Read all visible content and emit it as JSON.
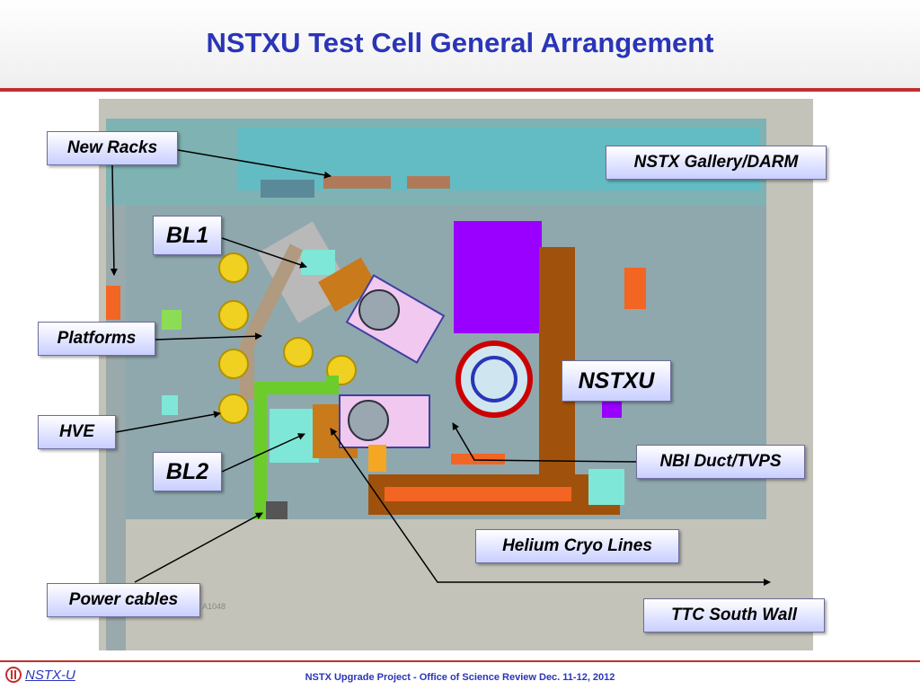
{
  "slide": {
    "title": "NSTXU Test Cell General Arrangement",
    "footer_text": "NSTX Upgrade Project - Office of Science Review Dec. 11-12, 2012",
    "logo_text": "NSTX-U"
  },
  "drawing": {
    "drawing_number": "A1048"
  },
  "callouts": {
    "new_racks": "New Racks",
    "nstx_gallery": "NSTX Gallery/DARM",
    "bl1": "BL1",
    "platforms": "Platforms",
    "nstxu": "NSTXU",
    "hve": "HVE",
    "nbi_duct": "NBI Duct/TVPS",
    "bl2": "BL2",
    "helium_cryo": "Helium Cryo Lines",
    "power_cables": "Power cables",
    "ttc_south_wall": "TTC South Wall"
  },
  "colors": {
    "title": "#2a35b8",
    "accent_rule": "#c0302e",
    "callout_fill": "#c9cfff",
    "nstxu_purple": "#9900ff",
    "cryo_brown": "#a0520d",
    "power_green": "#6ccc2c",
    "platform_yellow": "#f0d020"
  }
}
